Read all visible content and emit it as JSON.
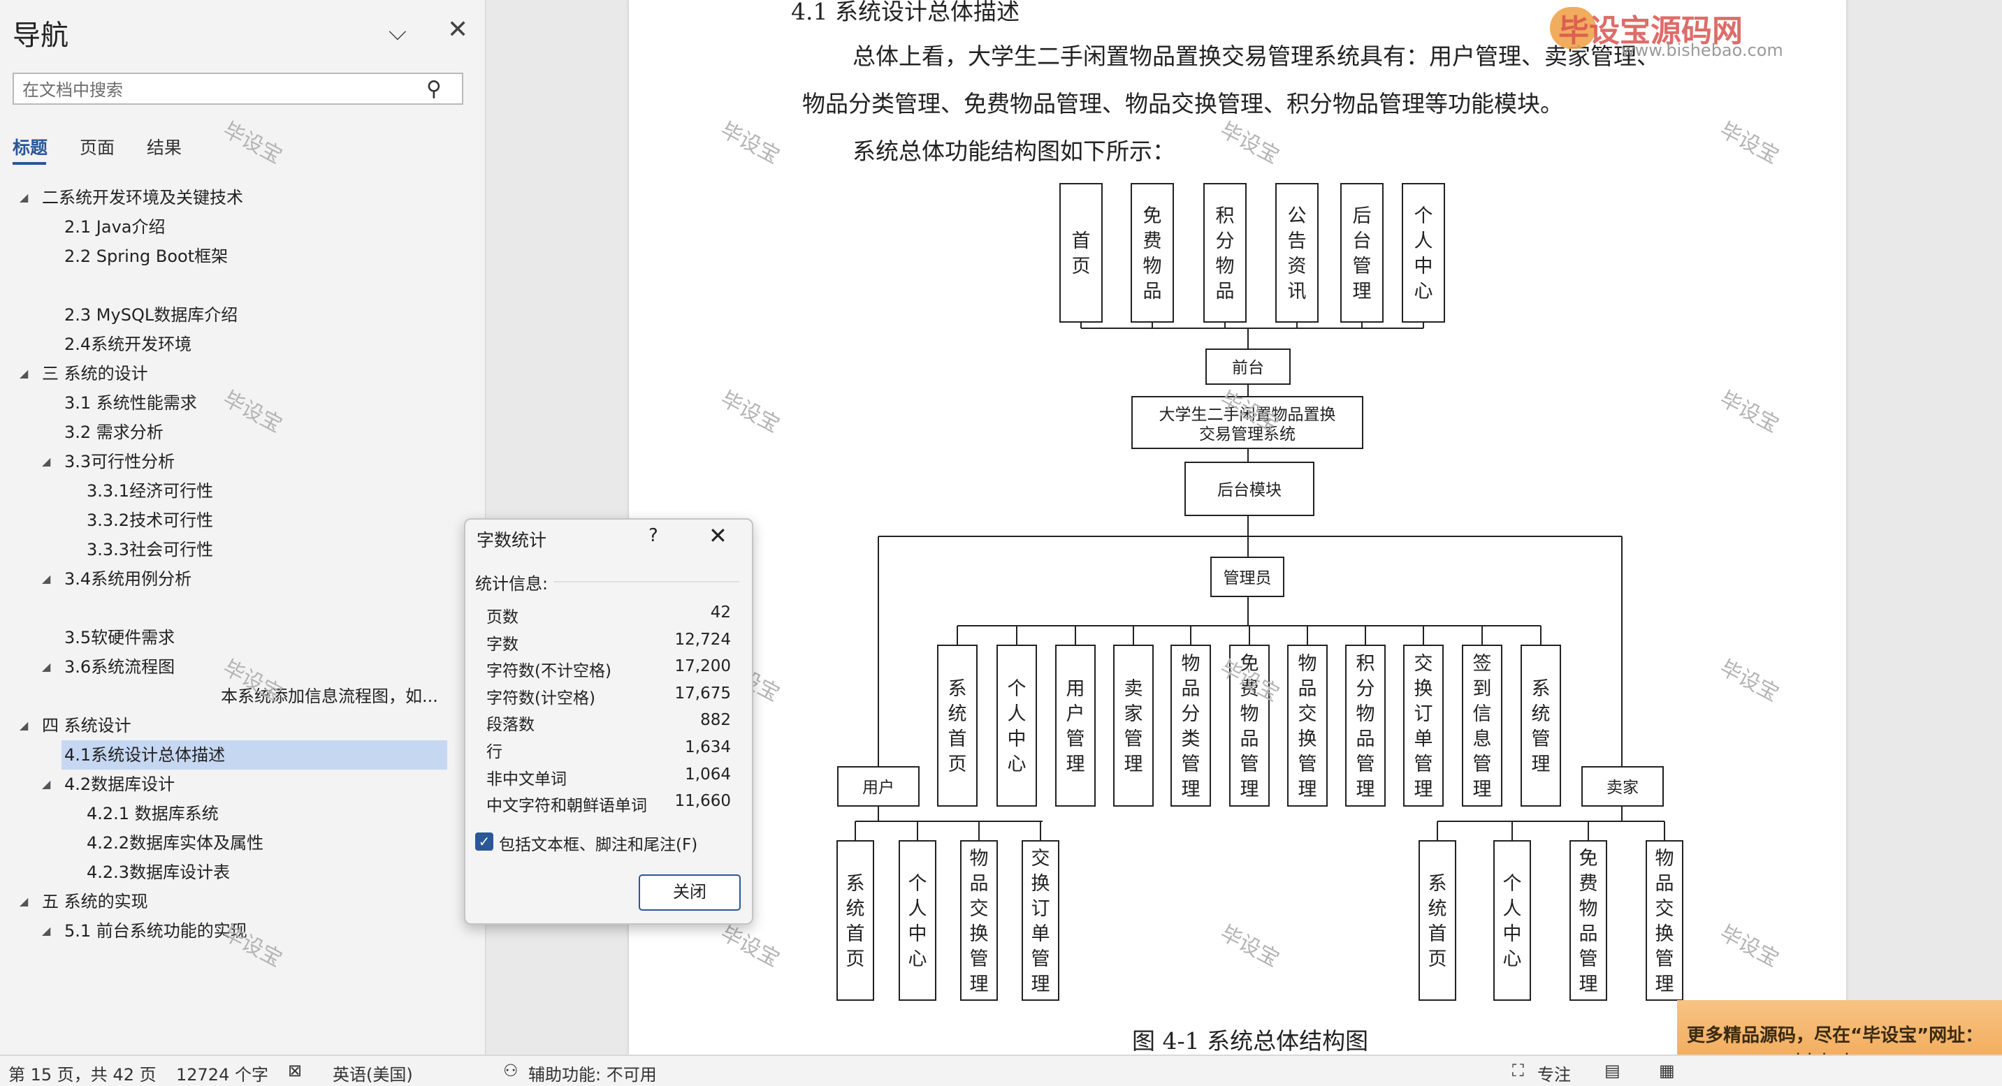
{
  "nav": {
    "title": "导航",
    "search_placeholder": "在文档中搜索",
    "tabs": [
      {
        "label": "标题",
        "active": true
      },
      {
        "label": "页面",
        "active": false
      },
      {
        "label": "结果",
        "active": false
      }
    ],
    "tree": [
      {
        "label": "二系统开发环境及关键技术",
        "level": 0,
        "expanded": true
      },
      {
        "label": "2.1 Java介绍",
        "level": 1
      },
      {
        "label": "2.2 Spring Boot框架",
        "level": 1
      },
      {
        "label": "",
        "level": 1
      },
      {
        "label": "2.3 MySQL数据库介绍",
        "level": 1
      },
      {
        "label": "2.4系统开发环境",
        "level": 1
      },
      {
        "label": "三 系统的设计",
        "level": 0,
        "expanded": true
      },
      {
        "label": "3.1 系统性能需求",
        "level": 1
      },
      {
        "label": "3.2 需求分析",
        "level": 1
      },
      {
        "label": "3.3可行性分析",
        "level": 1,
        "expanded": true
      },
      {
        "label": "3.3.1经济可行性",
        "level": 2
      },
      {
        "label": "3.3.2技术可行性",
        "level": 2
      },
      {
        "label": "3.3.3社会可行性",
        "level": 2
      },
      {
        "label": "3.4系统用例分析",
        "level": 1,
        "expanded": true
      },
      {
        "label": "",
        "level": 1
      },
      {
        "label": "3.5软硬件需求",
        "level": 1
      },
      {
        "label": "3.6系统流程图",
        "level": 1,
        "expanded": true
      },
      {
        "label": "本系统添加信息流程图，如...",
        "level": 3
      },
      {
        "label": "四 系统设计",
        "level": 0,
        "expanded": true
      },
      {
        "label": "4.1系统设计总体描述",
        "level": 1,
        "selected": true
      },
      {
        "label": "4.2数据库设计",
        "level": 1,
        "expanded": true
      },
      {
        "label": "4.2.1 数据库系统",
        "level": 2
      },
      {
        "label": "4.2.2数据库实体及属性",
        "level": 2
      },
      {
        "label": "4.2.3数据库设计表",
        "level": 2
      },
      {
        "label": "五 系统的实现",
        "level": 0,
        "expanded": true
      },
      {
        "label": "5.1 前台系统功能的实现",
        "level": 1,
        "expanded": true
      }
    ]
  },
  "document": {
    "heading": "4.1 系统设计总体描述",
    "para1_line1": "总体上看，大学生二手闲置物品置换交易管理系统具有：用户管理、卖家管理、",
    "para1_line2": "物品分类管理、免费物品管理、物品交换管理、积分物品管理等功能模块。",
    "para2": "系统总体功能结构图如下所示：",
    "caption": "图 4-1 系统总体结构图",
    "watermark": "毕设宝",
    "logo_text": "毕设宝源码网",
    "logo_sub": "www.bishebao.com"
  },
  "diagram": {
    "front_modules": [
      "首页",
      "免费物品",
      "积分物品",
      "公告资讯",
      "后台管理",
      "个人中心"
    ],
    "front": "前台",
    "system": "大学生二手闲置物品置换交易管理系统",
    "backend": "后台模块",
    "admin": "管理员",
    "admin_modules": [
      "系统首页",
      "个人中心",
      "用户管理",
      "卖家管理",
      "物品分类管理",
      "免费物品管理",
      "物品交换管理",
      "积分物品管理",
      "交换订单管理",
      "签到信息管理",
      "系统管理"
    ],
    "user": "用户",
    "user_modules": [
      "系统首页",
      "个人中心",
      "物品交换管理",
      "交换订单管理"
    ],
    "seller": "卖家",
    "seller_modules": [
      "系统首页",
      "个人中心",
      "免费物品管理",
      "物品交换管理"
    ]
  },
  "dialog": {
    "title": "字数统计",
    "help": "?",
    "section": "统计信息:",
    "rows": [
      {
        "label": "页数",
        "value": "42"
      },
      {
        "label": "字数",
        "value": "12,724"
      },
      {
        "label": "字符数(不计空格)",
        "value": "17,200"
      },
      {
        "label": "字符数(计空格)",
        "value": "17,675"
      },
      {
        "label": "段落数",
        "value": "882"
      },
      {
        "label": "行",
        "value": "1,634"
      },
      {
        "label": "非中文单词",
        "value": "1,064"
      },
      {
        "label": "中文字符和朝鲜语单词",
        "value": "11,660"
      }
    ],
    "checkbox_label": "包括文本框、脚注和尾注(F)",
    "close_button": "关闭"
  },
  "status": {
    "page": "第 15 页，共 42 页",
    "words": "12724 个字",
    "language": "英语(美国)",
    "accessibility": "辅助功能: 不可用",
    "focus": "专注"
  },
  "ad": {
    "line1": "更多精品源码，尽在“毕设宝”网址：",
    "line2": "www.bishebao.com"
  }
}
